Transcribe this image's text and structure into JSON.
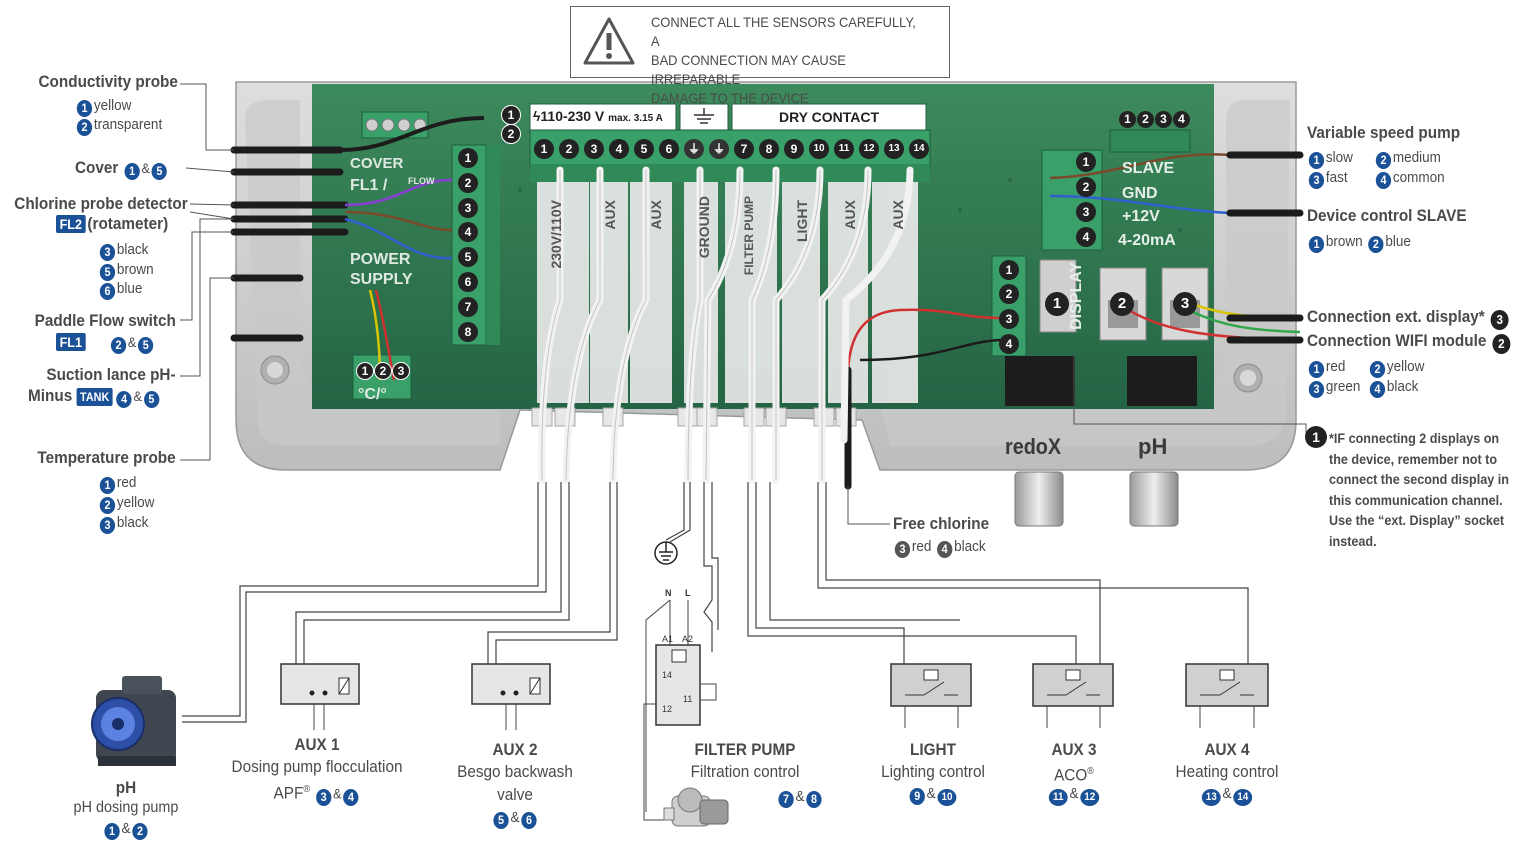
{
  "warning": {
    "lines": "CONNECT ALL THE SENSORS CAREFULLY, A\nBAD CONNECTION MAY CAUSE IRREPARABLE\nDAMAGE TO THE DEVICE"
  },
  "board": {
    "power_label": "110-230 V",
    "fuse": "max. 3.15 A",
    "dry_contact": "DRY CONTACT",
    "terminals_top": [
      "1",
      "2",
      "3",
      "4",
      "5",
      "6",
      "7",
      "8",
      "9",
      "10",
      "11",
      "12",
      "13",
      "14"
    ],
    "left_terminals": [
      "1",
      "2",
      "3",
      "4",
      "5",
      "6",
      "7",
      "8"
    ],
    "cover_print": "COVER",
    "fl1_print": "FL1 /",
    "flow_print": "FLOW",
    "power_supply_print": "POWER\nSUPPLY",
    "temp_print": "°C/°",
    "terminal_prints": [
      "230V/110V",
      "AUX",
      "AUX",
      "GROUND",
      "FILTER PUMP",
      "LIGHT",
      "AUX",
      "AUX"
    ],
    "slave_print": "SLAVE",
    "gnd_print": "GND",
    "v12_print": "+12V",
    "ma_print": "4-20mA",
    "slave_terms": [
      "1",
      "2",
      "3",
      "4"
    ],
    "slave_top": [
      "1",
      "2",
      "3",
      "4"
    ],
    "display_terms": [
      "1",
      "2",
      "3",
      "4"
    ],
    "display_print": "DISPLAY",
    "rs485_sockets": [
      "1",
      "2",
      "3"
    ],
    "temp_terms": [
      "1",
      "2",
      "3"
    ],
    "prox_terms": [
      "1",
      "2"
    ],
    "redox_label": "redoX",
    "ph_label": "pH"
  },
  "left_labels": {
    "conductivity": {
      "title": "Conductivity probe",
      "items": [
        {
          "n": "1",
          "t": "yellow"
        },
        {
          "n": "2",
          "t": "transparent"
        }
      ]
    },
    "cover": {
      "title": "Cover",
      "n1": "1",
      "amp": "&",
      "n2": "5"
    },
    "chlorine": {
      "title": "Chlorine probe detector",
      "tag": "FL2",
      "title2": "(rotameter)",
      "items": [
        {
          "n": "3",
          "t": "black"
        },
        {
          "n": "5",
          "t": "brown"
        },
        {
          "n": "6",
          "t": "blue"
        }
      ]
    },
    "paddle": {
      "title": "Paddle Flow switch",
      "tag": "FL1",
      "n1": "2",
      "amp": "&",
      "n2": "5"
    },
    "suction": {
      "title": "Suction lance pH-",
      "title2": "Minus",
      "tag": "TANK",
      "n1": "4",
      "amp": "&",
      "n2": "5"
    },
    "temperature": {
      "title": "Temperature probe",
      "items": [
        {
          "n": "1",
          "t": "red"
        },
        {
          "n": "2",
          "t": "yellow"
        },
        {
          "n": "3",
          "t": "black"
        }
      ]
    }
  },
  "right_labels": {
    "vsp": {
      "title": "Variable speed pump",
      "items": [
        {
          "n": "1",
          "t": "slow"
        },
        {
          "n": "2",
          "t": "medium"
        },
        {
          "n": "3",
          "t": "fast"
        },
        {
          "n": "4",
          "t": "common"
        }
      ]
    },
    "slave": {
      "title": "Device control SLAVE",
      "items": [
        {
          "n": "1",
          "t": "brown"
        },
        {
          "n": "2",
          "t": "blue"
        }
      ]
    },
    "ext_display": {
      "title": "Connection ext. display*",
      "n": "3"
    },
    "wifi": {
      "title": "Connection WIFI module",
      "n": "2",
      "items": [
        {
          "n": "1",
          "t": "red"
        },
        {
          "n": "2",
          "t": "yellow"
        },
        {
          "n": "3",
          "t": "green"
        },
        {
          "n": "4",
          "t": "black"
        }
      ]
    },
    "note": {
      "n": "1",
      "text": "*IF connecting 2 displays on the device, remember not to connect the second display in this communication channel. Use the “ext. Display” socket instead."
    },
    "free_chlorine": {
      "title": "Free chlorine",
      "items": [
        {
          "n": "3",
          "t": "red"
        },
        {
          "n": "4",
          "t": "black"
        }
      ]
    }
  },
  "bottom_labels": {
    "ph": {
      "title": "pH",
      "line2": "pH dosing pump",
      "n1": "1",
      "amp": "&",
      "n2": "2"
    },
    "aux1": {
      "title": "AUX 1",
      "line2": "Dosing pump flocculation",
      "line3": "APF",
      "reg": "®",
      "n1": "3",
      "amp": "&",
      "n2": "4"
    },
    "aux2": {
      "title": "AUX 2",
      "line2": "Besgo backwash",
      "line3": "valve",
      "n1": "5",
      "amp": "&",
      "n2": "6"
    },
    "filter": {
      "title": "FILTER PUMP",
      "line2": "Filtration control",
      "n1": "7",
      "amp": "&",
      "n2": "8"
    },
    "light": {
      "title": "LIGHT",
      "line2": "Lighting control",
      "n1": "9",
      "amp": "&",
      "n2": "10"
    },
    "aux3": {
      "title": "AUX 3",
      "line2": "ACO",
      "reg": "®",
      "n1": "11",
      "amp": "&",
      "n2": "12"
    },
    "aux4": {
      "title": "AUX 4",
      "line2": "Heating control",
      "n1": "13",
      "amp": "&",
      "n2": "14"
    }
  },
  "contactor": {
    "n": "N",
    "l": "L",
    "a1": "A1",
    "a2": "A2",
    "c14": "14",
    "c11": "11",
    "c12": "12"
  },
  "colors": {
    "accent": "#1b5196",
    "board": "#2f7a4e",
    "housing": "#d4d4d4",
    "terminal": "#3aa06a"
  }
}
